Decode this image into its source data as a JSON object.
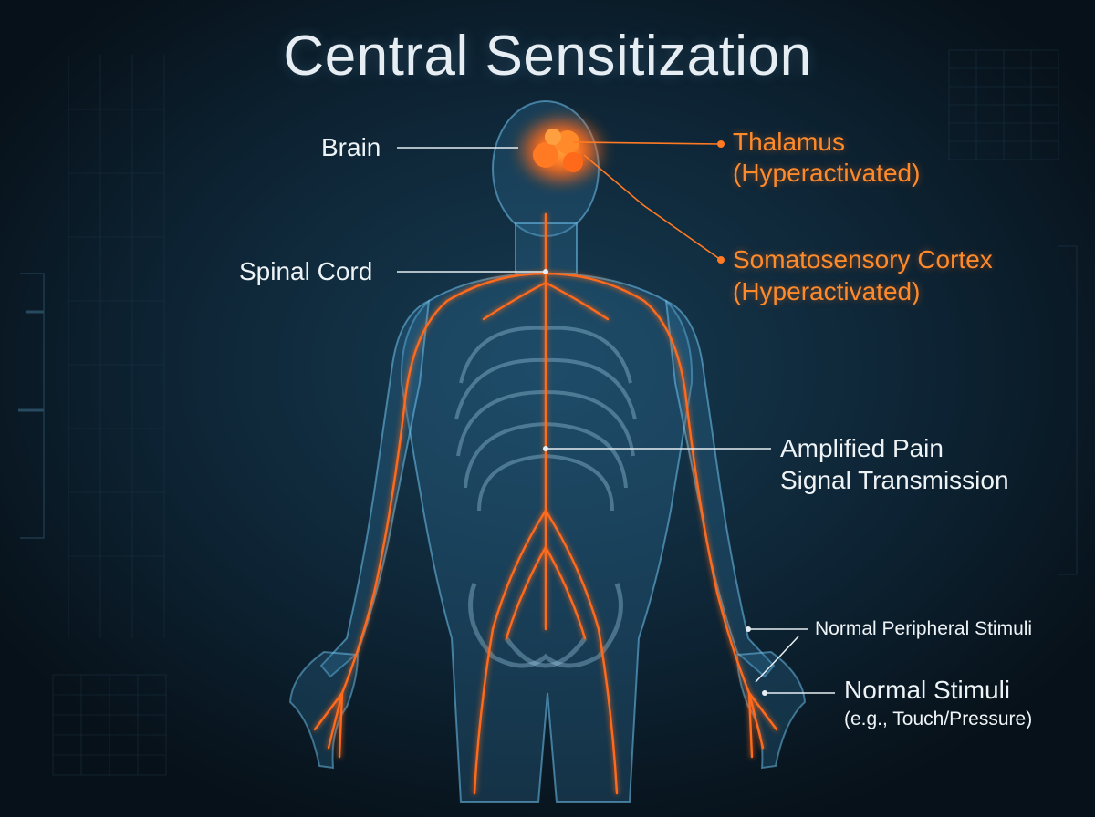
{
  "title": "Central Sensitization",
  "labels": {
    "brain": "Brain",
    "spinal_cord": "Spinal Cord",
    "thalamus": "Thalamus",
    "thalamus_state": "(Hyperactivated)",
    "cortex": "Somatosensory Cortex",
    "cortex_state": "(Hyperactivated)",
    "amplified_1": "Amplified Pain",
    "amplified_2": "Signal Transmission",
    "peripheral": "Normal Peripheral Stimuli",
    "normal_stimuli": "Normal Stimuli",
    "normal_stimuli_example": "(e.g., Touch/Pressure)"
  },
  "colors": {
    "background": "#0a1a26",
    "body_glow": "#4fa3d6",
    "nerve": "#ff6a1a",
    "highlight_label": "#ff8a2a",
    "label": "#eef3f6"
  }
}
